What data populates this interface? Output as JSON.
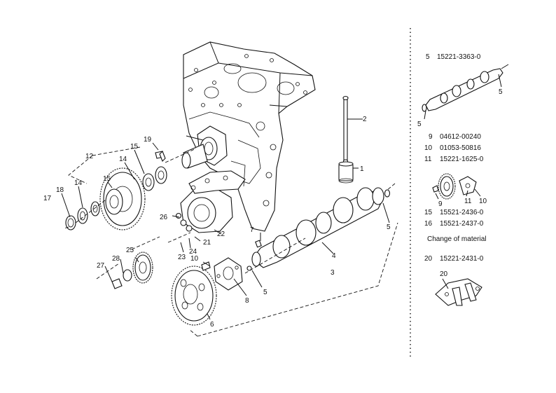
{
  "callouts": [
    {
      "id": "c1",
      "text": "1"
    },
    {
      "id": "c2",
      "text": "2"
    },
    {
      "id": "c3",
      "text": "3"
    },
    {
      "id": "c4",
      "text": "4"
    },
    {
      "id": "c5a",
      "text": "5"
    },
    {
      "id": "c5b",
      "text": "5"
    },
    {
      "id": "c6",
      "text": "6"
    },
    {
      "id": "c7",
      "text": "7"
    },
    {
      "id": "c8",
      "text": "8"
    },
    {
      "id": "c10",
      "text": "10"
    },
    {
      "id": "c12",
      "text": "12"
    },
    {
      "id": "c14a",
      "text": "14"
    },
    {
      "id": "c14b",
      "text": "14"
    },
    {
      "id": "c15a",
      "text": "15"
    },
    {
      "id": "c15b",
      "text": "15"
    },
    {
      "id": "c17",
      "text": "17"
    },
    {
      "id": "c18",
      "text": "18"
    },
    {
      "id": "c19",
      "text": "19"
    },
    {
      "id": "c21",
      "text": "21"
    },
    {
      "id": "c22",
      "text": "22"
    },
    {
      "id": "c23",
      "text": "23"
    },
    {
      "id": "c24",
      "text": "24"
    },
    {
      "id": "c25",
      "text": "25"
    },
    {
      "id": "c26",
      "text": "26"
    },
    {
      "id": "c27",
      "text": "27"
    },
    {
      "id": "c28",
      "text": "28"
    }
  ],
  "sidebar": {
    "item5": {
      "num": "5",
      "code": "15221-3363-0"
    },
    "inset_label_5a": "5",
    "inset_label_5b": "5",
    "item9": {
      "num": "9",
      "code": "04612-00240"
    },
    "item10": {
      "num": "10",
      "code": "01053-50816"
    },
    "item11": {
      "num": "11",
      "code": "15221-1625-0"
    },
    "inset_label_9": "9",
    "inset_label_11": "11",
    "inset_label_10": "10",
    "item15": {
      "num": "15",
      "code": "15521-2436-0"
    },
    "item16": {
      "num": "16",
      "code": "15521-2437-0"
    },
    "change_note": "Change of material",
    "item20": {
      "num": "20",
      "code": "15221-2431-0"
    },
    "inset_label_20": "20"
  }
}
